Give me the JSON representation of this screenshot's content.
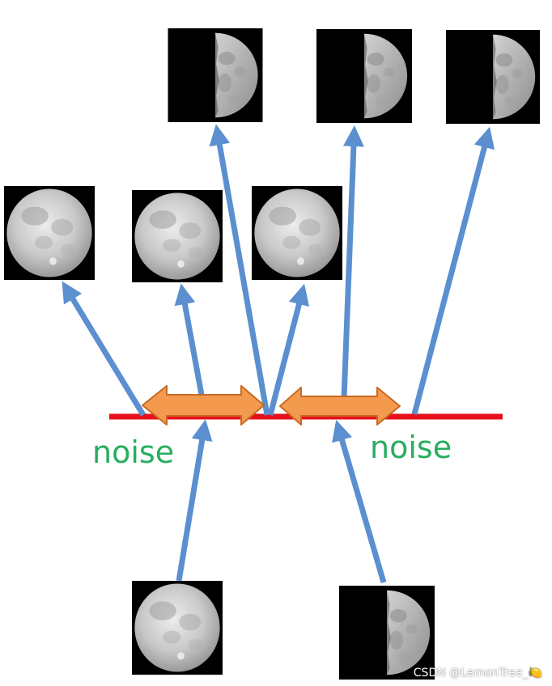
{
  "labels": {
    "noise_left": "noise",
    "noise_right": "noise"
  },
  "watermark": "CSDN @LemonTree_🍋",
  "colors": {
    "arrow": "#5b8fcf",
    "noise_line": "#e8101a",
    "noise_arrow_fill": "#f39a4f",
    "noise_arrow_stroke": "#c86a22",
    "noise_text": "#27ae60",
    "moon_background": "#000000"
  },
  "images": [
    {
      "id": "full-moon-input",
      "phase": "full"
    },
    {
      "id": "half-moon-input",
      "phase": "half"
    },
    {
      "id": "full-moon-output-1",
      "phase": "full"
    },
    {
      "id": "full-moon-output-2",
      "phase": "full"
    },
    {
      "id": "full-moon-output-3",
      "phase": "full"
    },
    {
      "id": "half-moon-output-1",
      "phase": "half"
    },
    {
      "id": "half-moon-output-2",
      "phase": "half"
    },
    {
      "id": "half-moon-output-3",
      "phase": "half"
    }
  ]
}
